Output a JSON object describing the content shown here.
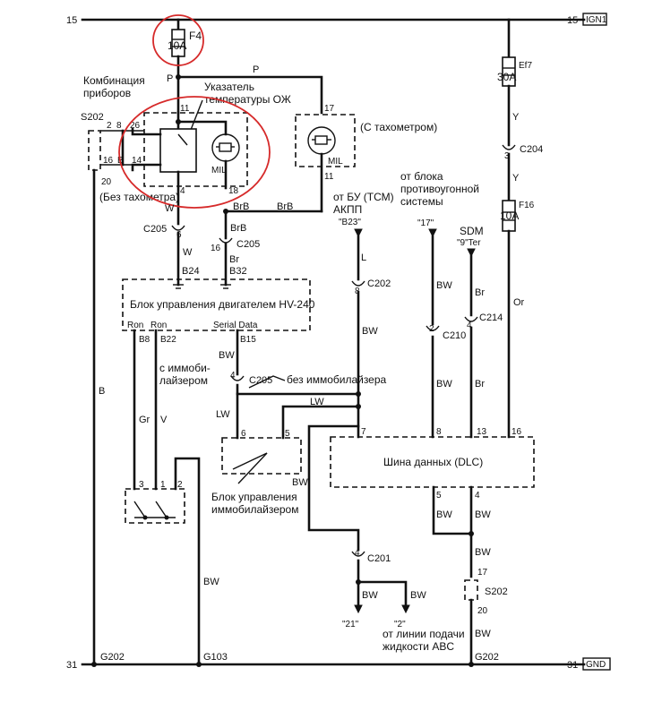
{
  "rails": {
    "top_left_num": "15",
    "top_right_num": "15",
    "top_tag": "IGN1",
    "bottom_left_num": "31",
    "bottom_right_num": "31",
    "bottom_tag": "GND"
  },
  "fuses": {
    "f4_name": "F4",
    "f4_rating": "10A",
    "ef7_name": "Ef7",
    "ef7_rating": "30A",
    "f16_name": "F16",
    "f16_rating": "10A"
  },
  "cluster": {
    "title_line1": "Комбинация",
    "title_line2": "приборов",
    "gauge_line1": "Указатель",
    "gauge_line2": "температуры ОЖ",
    "mil": "MIL",
    "no_tacho": "(Без тахометра)",
    "with_tacho": "(С тахометром)",
    "pin_11": "11",
    "pin_2": "2",
    "pin_8": "8",
    "pin_26": "26",
    "pin_16": "16",
    "pin_14": "14",
    "pin_4": "4",
    "pin_18": "18",
    "tacho_pin_17": "17",
    "tacho_pin_11": "11",
    "s202": "S202",
    "s202_pin_20": "20"
  },
  "ecm": {
    "title": "Блок управления двигателем HV-240",
    "pin_b24": "B24",
    "pin_b32": "B32",
    "ron1": "Ron",
    "ron2": "Ron",
    "serial": "Serial Data",
    "pin_b8": "B8",
    "pin_b22": "B22",
    "pin_b15": "B15"
  },
  "immo": {
    "with_line1": "с иммоби-",
    "with_line2": "лайзером",
    "without": "без иммобилайзера",
    "block_line1": "Блок управления",
    "block_line2": "иммобилайзером",
    "pin_6": "6",
    "pin_5": "5",
    "relay_pin_3": "3",
    "relay_pin_1": "1",
    "relay_pin_2": "2"
  },
  "tcm": {
    "line1": "от БУ (ТСМ)",
    "line2": "АКПП",
    "terminal": "\"B23\""
  },
  "antitheft": {
    "line1": "от блока",
    "line2": "противоугонной",
    "line3": "системы",
    "terminal": "\"17\""
  },
  "sdm": {
    "name": "SDM",
    "terminal": "\"9\"Ter"
  },
  "dlc": {
    "title": "Шина данных (DLC)",
    "pin_7": "7",
    "pin_8": "8",
    "pin_13": "13",
    "pin_16": "16",
    "pin_5": "5",
    "pin_4": "4"
  },
  "connectors": {
    "c205": "C205",
    "c205_pin_6": "6",
    "c205_pin_16": "16",
    "c205_pin_4": "4",
    "c202": "C202",
    "c202_pin_8": "8",
    "c210": "C210",
    "c210_pin_2": "2",
    "c214": "C214",
    "c214_pin_4": "4",
    "c204": "C204",
    "c204_pin_3": "3",
    "c201": "C201",
    "c201_pin_4": "4",
    "s202": "S202",
    "s202_pin_17": "17",
    "s202_pin_20": "20"
  },
  "wires": {
    "p1": "P",
    "p2": "P",
    "w1": "W",
    "w2": "W",
    "brb1": "BrB",
    "brb2": "BrB",
    "brb3": "BrB",
    "br1": "Br",
    "br2": "Br",
    "br3": "Br",
    "b": "B",
    "gr": "Gr",
    "v": "V",
    "l": "L",
    "y1": "Y",
    "y2": "Y",
    "or": "Or",
    "bw_serial": "BW",
    "lw1": "LW",
    "lw2": "LW",
    "bw_c202": "BW",
    "bw_c210a": "BW",
    "bw_c210b": "BW",
    "bw_immo": "BW",
    "bw_ground": "BW",
    "bw_c201a": "BW",
    "bw_c201b": "BW",
    "bw_dlc5": "BW",
    "bw_dlc4": "BW",
    "bw_s202a": "BW",
    "bw_s202b": "BW"
  },
  "outputs": {
    "t21": "\"21\"",
    "t2": "\"2\"",
    "abs_line1": "от линии подачи",
    "abs_line2": "жидкости ABC"
  },
  "grounds": {
    "g202_left": "G202",
    "g103": "G103",
    "g202_right": "G202"
  }
}
